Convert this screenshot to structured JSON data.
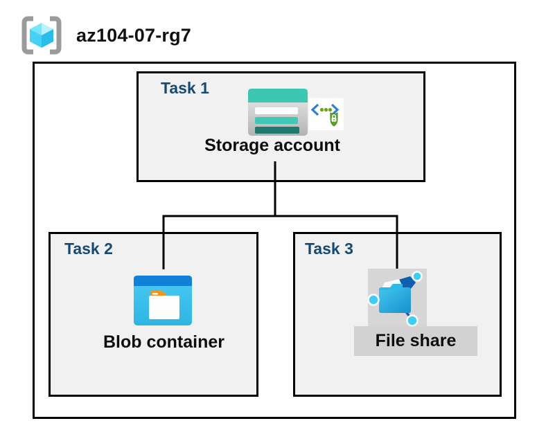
{
  "resource_group": {
    "name": "az104-07-rg7"
  },
  "tasks": [
    {
      "label": "Task 1",
      "resource": "Storage account",
      "icons": [
        "storage-account-icon",
        "secure-endpoint-icon"
      ]
    },
    {
      "label": "Task 2",
      "resource": "Blob container",
      "icons": [
        "blob-container-icon"
      ]
    },
    {
      "label": "Task 3",
      "resource": "File share",
      "icons": [
        "file-share-icon"
      ]
    }
  ],
  "connections": [
    {
      "from": "Storage account",
      "to": "Blob container"
    },
    {
      "from": "Storage account",
      "to": "File share"
    }
  ],
  "colors": {
    "task_label_blue": "#174a73",
    "box_fill": "#f1f1f1",
    "border_black": "#000000",
    "storage_teal": "#3cc6b4",
    "storage_teal_dark": "#20796f",
    "blob_header_blue": "#1180d8",
    "blob_body_cyan": "#3fc6f0",
    "folder_tab_orange": "#f7941d",
    "fileshare_highlight_gray": "#d2d2d2",
    "fileshare_folder_blue": "#2bb1e4",
    "fileshare_dark_blue": "#0e5fae",
    "node_cyan": "#3ecdf6",
    "shield_green": "#59a61e",
    "bracket_chevron_blue": "#2b7fd8",
    "rg_cube_cyan": "#45d1f3",
    "rg_bracket_gray": "#9b9b9b"
  }
}
